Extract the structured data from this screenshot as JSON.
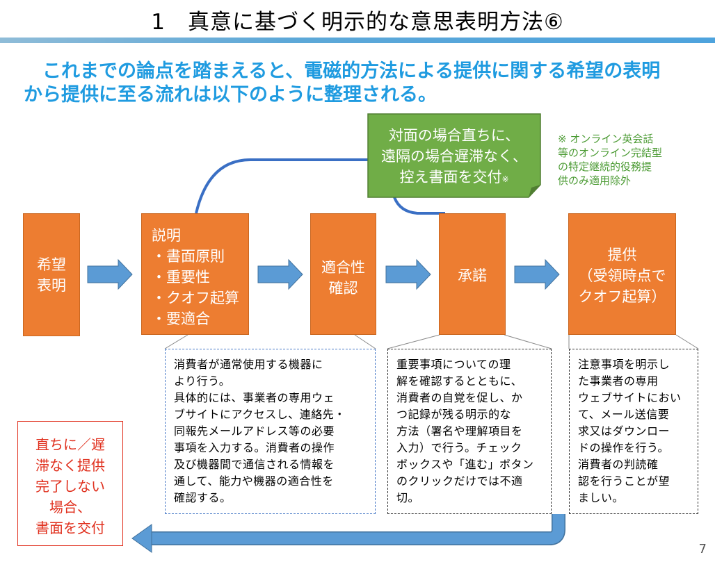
{
  "title": "1　真意に基づく明示的な意思表明方法⑥",
  "intro": {
    "line1": "　これまでの論点を踏まえると、電磁的方法による提供に関する希望の表明",
    "line2": "から提供に至る流れは以下のように整理される。"
  },
  "flow": {
    "step1": {
      "lines": [
        "希望",
        "表明"
      ]
    },
    "step2": {
      "lines": [
        "説明",
        "・書面原則",
        "・重要性",
        "・クオフ起算",
        "・要適合"
      ]
    },
    "step3": {
      "lines": [
        "適合性",
        "確認"
      ]
    },
    "step4": {
      "lines": [
        "承諾"
      ]
    },
    "step5": {
      "lines": [
        "提供",
        "（受領時点で",
        "クオフ起算）"
      ]
    }
  },
  "callout": {
    "lines": [
      "対面の場合直ちに、",
      "遠隔の場合遅滞なく、",
      "控え書面を交付"
    ],
    "mark": "※"
  },
  "side_note": {
    "lines": [
      "※ オンライン英会話",
      "等のオンライン完結型",
      "の特定継続的役務提",
      "供のみ適用除外"
    ]
  },
  "notes": {
    "note1": {
      "lines": [
        "消費者が通常使用する機器に",
        "より行う。",
        "具体的には、事業者の専用ウェ",
        "ブサイトにアクセスし、連絡先・",
        "同報先メールアドレス等の必要",
        "事項を入力する。消費者の操作",
        "及び機器間で通信される情報を",
        "通して、能力や機器の適合性を",
        "確認する。"
      ]
    },
    "note2": {
      "lines": [
        "重要事項についての理",
        "解を確認するとともに、",
        "消費者の自覚を促し、か",
        "つ記録が残る明示的な",
        "方法（署名や理解項目を",
        "入力）で行う。チェック",
        "ボックスや「進む」ボタン",
        "のクリックだけでは不適",
        "切。"
      ]
    },
    "note3": {
      "lines": [
        "注意事項を明示し",
        "た事業者の専用",
        "ウェブサイトにおい",
        "て、メール送信要",
        "求又はダウンロー",
        "ドの操作を行う。",
        "消費者の判読確",
        "認を行うことが望",
        "ましい。"
      ]
    }
  },
  "red_note": {
    "lines": [
      "直ちに／遅",
      "滞なく提供",
      "完了しない",
      "場合、",
      "書面を交付"
    ]
  },
  "page_number": "7",
  "colors": {
    "orange": "#ed7d31",
    "arrow_blue": "#5b9bd5",
    "green": "#70ad47",
    "intro_blue": "#1f9be0",
    "red": "#e0301e"
  }
}
